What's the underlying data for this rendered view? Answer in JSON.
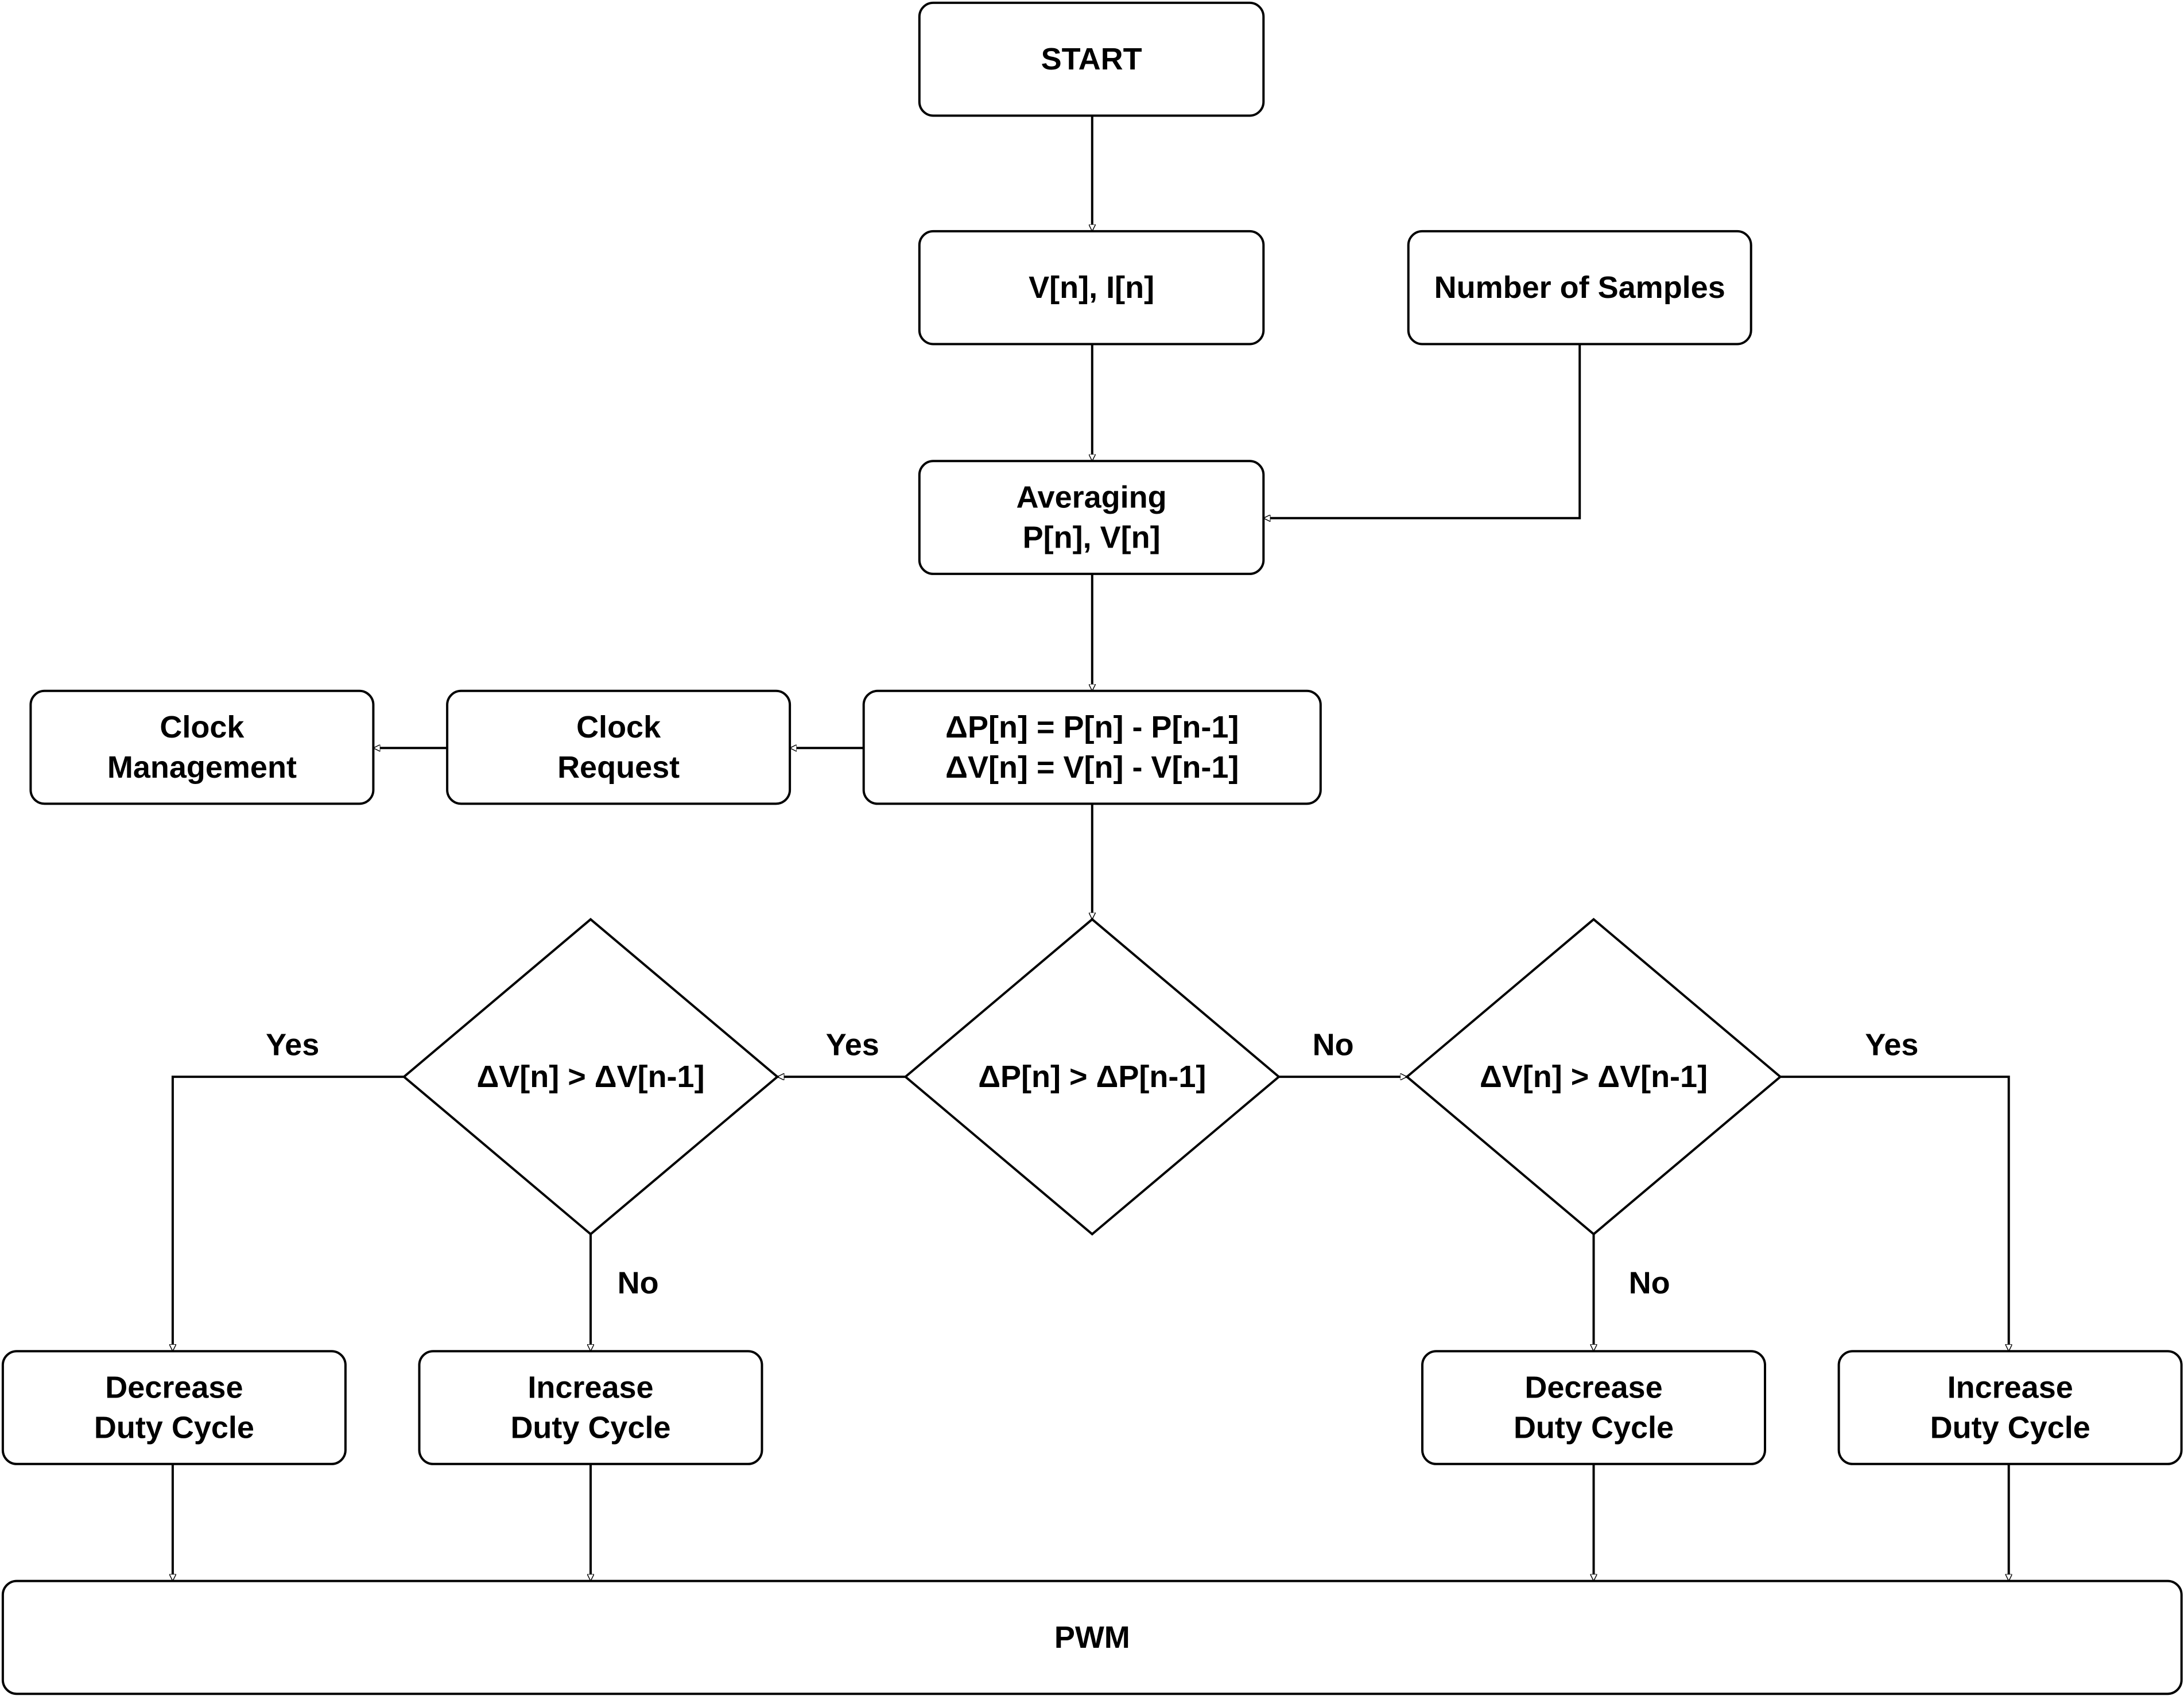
{
  "diagram": {
    "nodes": {
      "start": {
        "lines": [
          "START"
        ]
      },
      "measure": {
        "lines": [
          "V[n], I[n]"
        ]
      },
      "samples": {
        "lines": [
          "Number of Samples"
        ]
      },
      "averaging": {
        "lines": [
          "Averaging",
          "P[n], V[n]"
        ]
      },
      "delta": {
        "lines": [
          "ΔP[n] = P[n] - P[n-1]",
          "ΔV[n] = V[n] - V[n-1]"
        ]
      },
      "clock_request": {
        "lines": [
          "Clock",
          "Request"
        ]
      },
      "clock_management": {
        "lines": [
          "Clock",
          "Management"
        ]
      },
      "decision_dp": {
        "lines": [
          "ΔP[n] > ΔP[n-1]"
        ]
      },
      "decision_dv_left": {
        "lines": [
          "ΔV[n] > ΔV[n-1]"
        ]
      },
      "decision_dv_right": {
        "lines": [
          "ΔV[n] > ΔV[n-1]"
        ]
      },
      "decrease_left": {
        "lines": [
          "Decrease",
          "Duty Cycle"
        ]
      },
      "increase_left": {
        "lines": [
          "Increase",
          "Duty Cycle"
        ]
      },
      "decrease_right": {
        "lines": [
          "Decrease",
          "Duty Cycle"
        ]
      },
      "increase_right": {
        "lines": [
          "Increase",
          "Duty Cycle"
        ]
      },
      "pwm": {
        "lines": [
          "PWM"
        ]
      }
    },
    "edges": [
      {
        "from": "start",
        "to": "measure",
        "label": ""
      },
      {
        "from": "measure",
        "to": "averaging",
        "label": ""
      },
      {
        "from": "samples",
        "to": "averaging",
        "label": ""
      },
      {
        "from": "averaging",
        "to": "delta",
        "label": ""
      },
      {
        "from": "delta",
        "to": "clock_request",
        "label": ""
      },
      {
        "from": "clock_request",
        "to": "clock_management",
        "label": ""
      },
      {
        "from": "delta",
        "to": "decision_dp",
        "label": ""
      },
      {
        "from": "decision_dp",
        "to": "decision_dv_left",
        "label": "Yes"
      },
      {
        "from": "decision_dp",
        "to": "decision_dv_right",
        "label": "No"
      },
      {
        "from": "decision_dv_left",
        "to": "decrease_left",
        "label": "Yes"
      },
      {
        "from": "decision_dv_left",
        "to": "increase_left",
        "label": "No"
      },
      {
        "from": "decision_dv_right",
        "to": "decrease_right",
        "label": "No"
      },
      {
        "from": "decision_dv_right",
        "to": "increase_right",
        "label": "Yes"
      },
      {
        "from": "decrease_left",
        "to": "pwm",
        "label": ""
      },
      {
        "from": "increase_left",
        "to": "pwm",
        "label": ""
      },
      {
        "from": "decrease_right",
        "to": "pwm",
        "label": ""
      },
      {
        "from": "increase_right",
        "to": "pwm",
        "label": ""
      }
    ]
  }
}
